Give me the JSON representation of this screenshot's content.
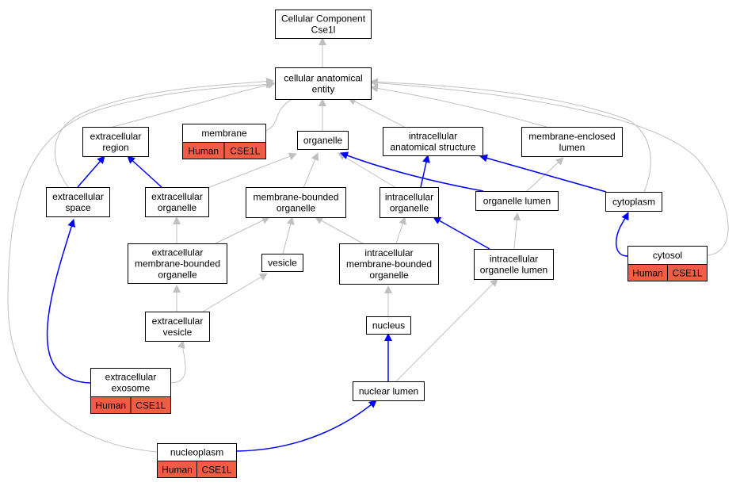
{
  "colors": {
    "tag_fill": "#f25c45",
    "is_a_edge": "#c0c0c0",
    "part_of_edge": "#0000ff"
  },
  "nodes": {
    "root": [
      "Cellular Component",
      "Cse1l"
    ],
    "cae": [
      "cellular anatomical",
      "entity"
    ],
    "ecr": [
      "extracellular",
      "region"
    ],
    "membrane": [
      "membrane"
    ],
    "organelle": [
      "organelle"
    ],
    "ias": [
      "intracellular",
      "anatomical structure"
    ],
    "mel": [
      "membrane-enclosed",
      "lumen"
    ],
    "ecs": [
      "extracellular",
      "space"
    ],
    "eco": [
      "extracellular",
      "organelle"
    ],
    "mbo": [
      "membrane-bounded",
      "organelle"
    ],
    "io": [
      "intracellular",
      "organelle"
    ],
    "ol": [
      "organelle lumen"
    ],
    "cyto": [
      "cytoplasm"
    ],
    "embo": [
      "extracellular",
      "membrane-bounded",
      "organelle"
    ],
    "vesicle": [
      "vesicle"
    ],
    "imbo": [
      "intracellular",
      "membrane-bounded",
      "organelle"
    ],
    "iol": [
      "intracellular",
      "organelle lumen"
    ],
    "cytosol": [
      "cytosol"
    ],
    "ev": [
      "extracellular",
      "vesicle"
    ],
    "nucleus": [
      "nucleus"
    ],
    "exo": [
      "extracellular",
      "exosome"
    ],
    "nl": [
      "nuclear lumen"
    ],
    "np": [
      "nucleoplasm"
    ]
  },
  "annotations": {
    "membrane": [
      "Human",
      "CSE1L"
    ],
    "cytosol": [
      "Human",
      "CSE1L"
    ],
    "exo": [
      "Human",
      "CSE1L"
    ],
    "np": [
      "Human",
      "CSE1L"
    ]
  }
}
